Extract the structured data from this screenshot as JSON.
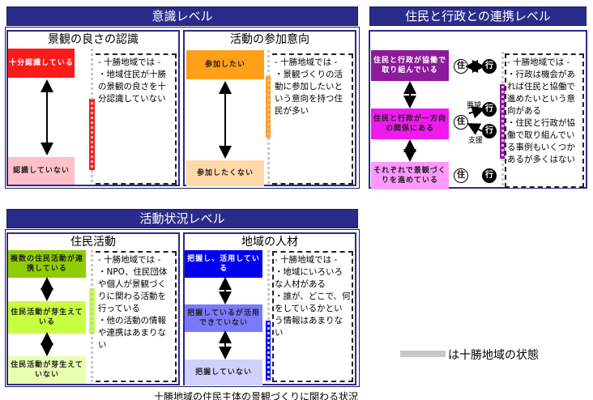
{
  "top_left": {
    "header": "意識レベル",
    "panel1": {
      "title": "景観の良さの認識",
      "level_high": "十分認識している",
      "level_low": "認識していない",
      "note": "- 十勝地域では -\n・地域住民が十勝の景観の良さを十分認識していない"
    },
    "panel2": {
      "title": "活動の参加意向",
      "level_high": "参加したい",
      "level_low": "参加したくない",
      "note": "- 十勝地域では -\n・景観づくりの活動に参加したいという意向を持つ住民が多い"
    }
  },
  "top_right": {
    "header": "住民と行政との連携レベル",
    "level_1": "住民と行政が協働で取り組んでいる",
    "level_2": "住民と行政が一方向の関係にある",
    "level_3": "それぞれで景観づくりを進めている",
    "resident_label": "住",
    "gov_label": "行",
    "request_label": "要望",
    "support_label": "支援",
    "note": "- 十勝地域では -\n・行政は機会があれば住民と協働で進めたいという意向がある\n・住民と行政が協働で取り組んでいる事例もいくつかあるが多くはない"
  },
  "bottom": {
    "header": "活動状況レベル",
    "panel1": {
      "title": "住民活動",
      "level_1": "複数の住民活動が連携している",
      "level_2": "住民活動が芽生えている",
      "level_3": "住民活動が芽生えていない",
      "note": "- 十勝地域では -\n・NPO、住民団体や個人が景観づくりに関わる活動を行っている\n・他の活動の情報や連携はあまりない"
    },
    "panel2": {
      "title": "地域の人材",
      "level_1": "把握し、活用している",
      "level_2": "把握しているが活用できていない",
      "level_3": "把握していない",
      "note": "- 十勝地域では -\n・地域にいろいろな人材がある\n・誰が、どこで、何をしているかという情報はあまりない"
    }
  },
  "legend": {
    "text": "は十勝地域の状態",
    "bar_color": "#c8c8c8"
  },
  "caption": "十勝地域の住民主体の景観づくりに関わる状況",
  "colors": {
    "header_bg": "#2b2b8a",
    "red": "#ff1a1a",
    "pink": "#ffc0c8",
    "orange": "#ff9f1a",
    "peach": "#ffd9a8",
    "purple": "#8c1a9a",
    "magenta": "#ee1aee",
    "light_magenta": "#ff99ff",
    "green": "#8fcc00",
    "lime": "#c8ff40",
    "pale_lime": "#e8ffb0",
    "blue": "#0000ee",
    "mid_blue": "#7a7aff",
    "pale_blue": "#d0d0ff"
  }
}
